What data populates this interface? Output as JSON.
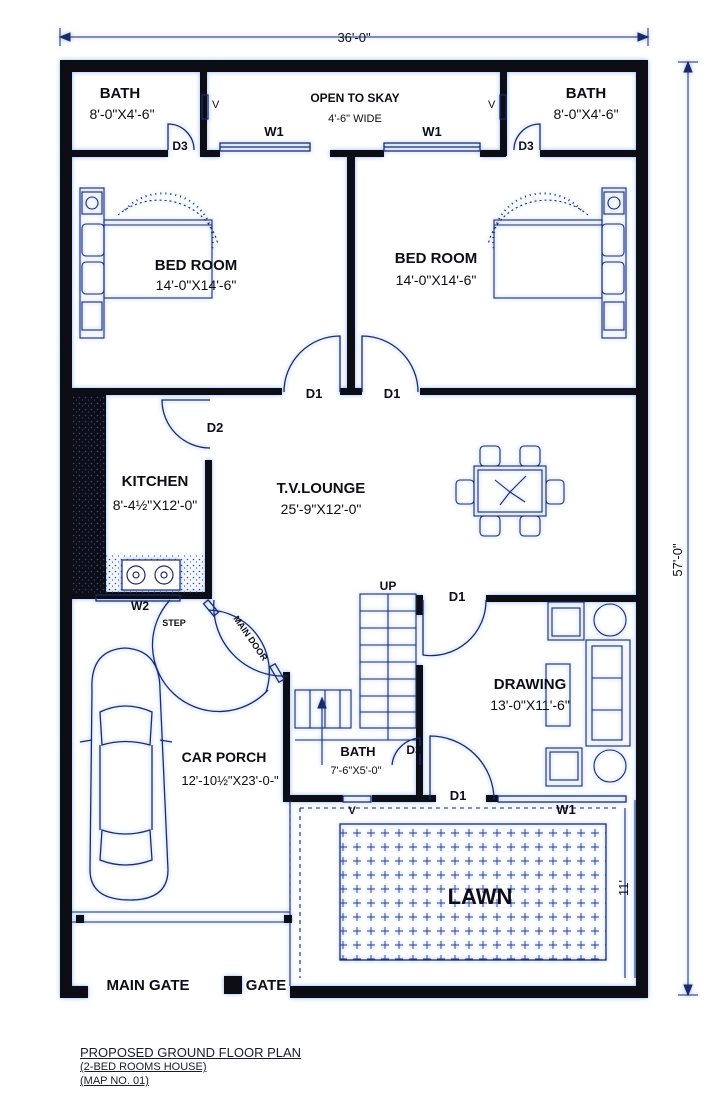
{
  "dimensions": {
    "overall_width": "36'-0\"",
    "overall_depth": "57'-0\"",
    "lawn_depth": "11'"
  },
  "rooms": {
    "bath_left": {
      "name": "BATH",
      "size": "8'-0\"X4'-6\""
    },
    "bath_right": {
      "name": "BATH",
      "size": "8'-0\"X4'-6\""
    },
    "open_to_sky": {
      "name": "OPEN TO SKAY",
      "size": "4'-6\"  WIDE"
    },
    "bed_left": {
      "name": "BED ROOM",
      "size": "14'-0\"X14'-6\""
    },
    "bed_right": {
      "name": "BED ROOM",
      "size": "14'-0\"X14'-6\""
    },
    "kitchen": {
      "name": "KITCHEN",
      "size": "8'-4½\"X12'-0\""
    },
    "lounge": {
      "name": "T.V.LOUNGE",
      "size": "25'-9\"X12'-0\""
    },
    "drawing": {
      "name": "DRAWING",
      "size": "13'-0\"X11'-6\""
    },
    "bath_small": {
      "name": "BATH",
      "size": "7'-6\"X5'-0\""
    },
    "car_porch": {
      "name": "CAR PORCH",
      "size": "12'-10½\"X23'-0-\""
    },
    "lawn": {
      "name": "LAWN"
    }
  },
  "tags": {
    "d1": "D1",
    "d2": "D2",
    "d3": "D3",
    "w1": "W1",
    "w2": "W2",
    "v": "V",
    "up": "UP",
    "step": "STEP",
    "main_door": "MAIN DOOR",
    "main_gate": "MAIN GATE",
    "gate": "GATE"
  },
  "title_block": {
    "title": "PROPOSED GROUND FLOOR PLAN",
    "subtitle": "(2-BED ROOMS HOUSE)",
    "map_no": "(MAP NO. 01)"
  },
  "colors": {
    "background": "#ffffff",
    "wall": "#0a0a12",
    "line": "#1f2a66",
    "glow": "#3a7bff"
  }
}
